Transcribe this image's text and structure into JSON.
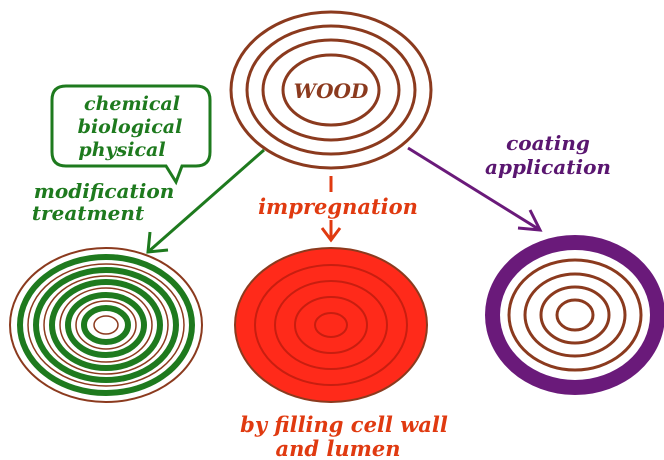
{
  "center": {
    "label": "WOOD"
  },
  "bubble": {
    "lines": [
      "chemical",
      "biological",
      "physical"
    ]
  },
  "left": {
    "lines": [
      "modification",
      "treatment"
    ]
  },
  "middle": {
    "label": "impregnation",
    "caption": [
      "by filling cell wall",
      "and lumen"
    ]
  },
  "right": {
    "lines": [
      "coating",
      "application"
    ]
  },
  "colors": {
    "wood_brown": "#8b3a1e",
    "green": "#1e7a1e",
    "red": "#ff2a1a",
    "red_text": "#e03a10",
    "purple": "#6a1a7a",
    "purple_text": "#5a1670"
  }
}
